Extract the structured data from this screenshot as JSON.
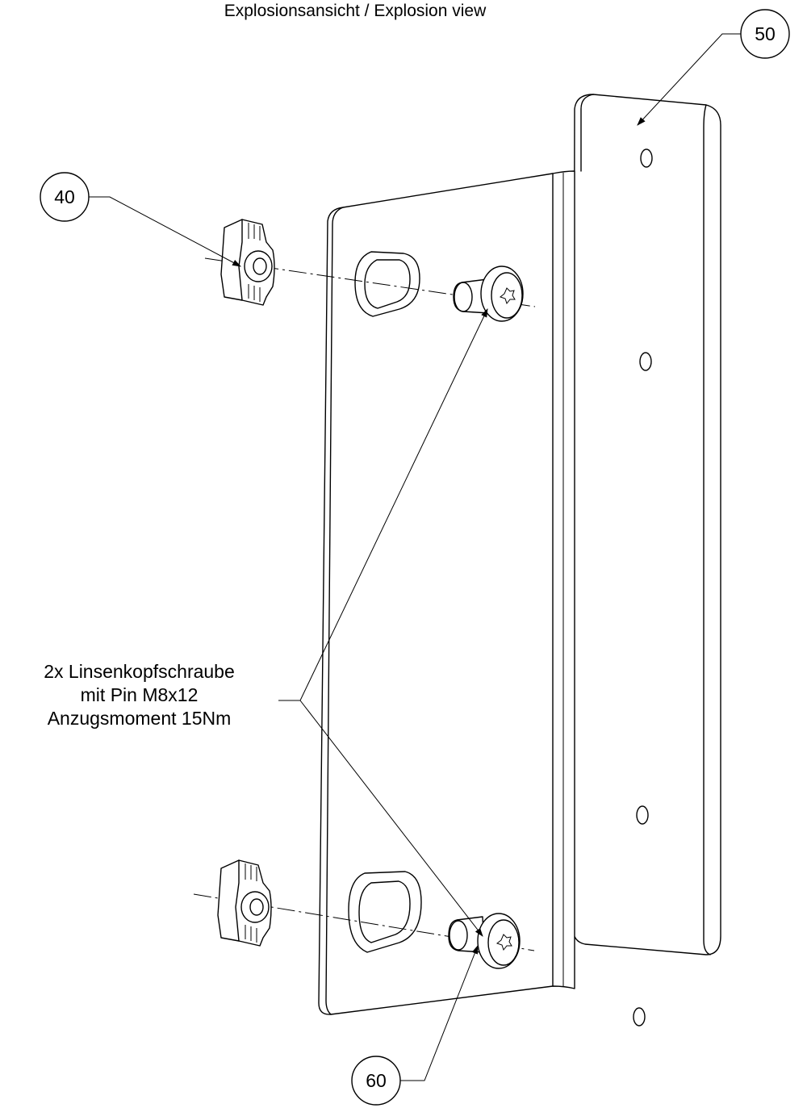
{
  "title": "Explosionsansicht / Explosion view",
  "note": {
    "line1": "2x Linsenkopfschraube",
    "line2": "mit Pin M8x12",
    "line3": "Anzugsmoment 15Nm"
  },
  "callouts": {
    "c40": "40",
    "c50": "50",
    "c60": "60"
  }
}
